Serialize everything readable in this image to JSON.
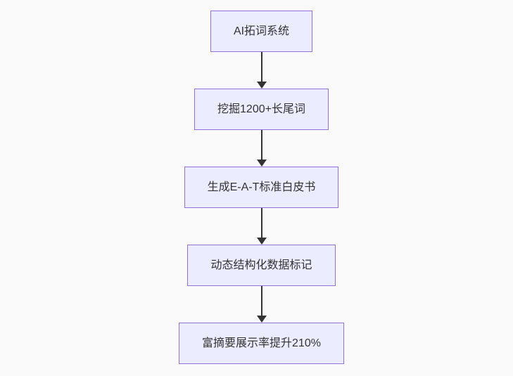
{
  "colors": {
    "background": "#fafafa",
    "node_fill": "#ECECFF",
    "node_border": "#9370DB",
    "arrow": "#333333",
    "text": "#333333"
  },
  "flowchart": {
    "type": "flowchart",
    "direction": "top-down",
    "nodes": [
      {
        "id": "n1",
        "label": "AI拓词系统"
      },
      {
        "id": "n2",
        "label": "挖掘1200+长尾词"
      },
      {
        "id": "n3",
        "label": "生成E-A-T标准白皮书"
      },
      {
        "id": "n4",
        "label": "动态结构化数据标记"
      },
      {
        "id": "n5",
        "label": "富摘要展示率提升210%"
      }
    ],
    "edges": [
      {
        "from": "n1",
        "to": "n2"
      },
      {
        "from": "n2",
        "to": "n3"
      },
      {
        "from": "n3",
        "to": "n4"
      },
      {
        "from": "n4",
        "to": "n5"
      }
    ]
  }
}
